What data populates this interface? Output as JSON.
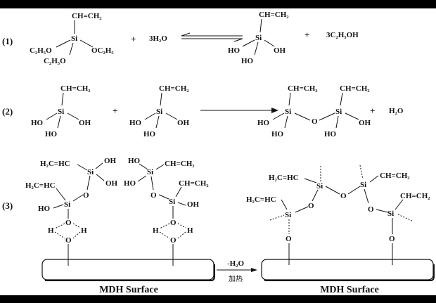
{
  "reactions": {
    "r1": {
      "label": "(1)",
      "reactant_vinyl": "CH=CH₂",
      "reactant_si": "Si",
      "reactant_oet_left": "C₂H₅O",
      "reactant_oet_right": "OC₂H₅",
      "reactant_oet_bottom": "C₂H₅O",
      "plus1": "+",
      "water": "3H₂O",
      "product_vinyl": "CH=CH₂",
      "product_si": "Si",
      "product_oh_left": "HO",
      "product_oh_right": "OH",
      "product_oh_bottom": "HO",
      "plus2": "+",
      "ethanol": "3C₂H₅OH"
    },
    "r2": {
      "label": "(2)",
      "vinyl": "CH=CH₂",
      "si": "Si",
      "ho": "HO",
      "oh": "OH",
      "o": "O",
      "plus": "+",
      "water": "H₂O"
    },
    "r3": {
      "label": "(3)",
      "vinyl_left": "H₂C=HC",
      "vinyl_right": "CH=CH₂",
      "si": "Si",
      "o": "O",
      "oh": "OH",
      "ho": "HO",
      "h": "H",
      "surface_label": "MDH Surface",
      "arrow_top": "-H₂O",
      "arrow_bottom": "加热"
    }
  }
}
